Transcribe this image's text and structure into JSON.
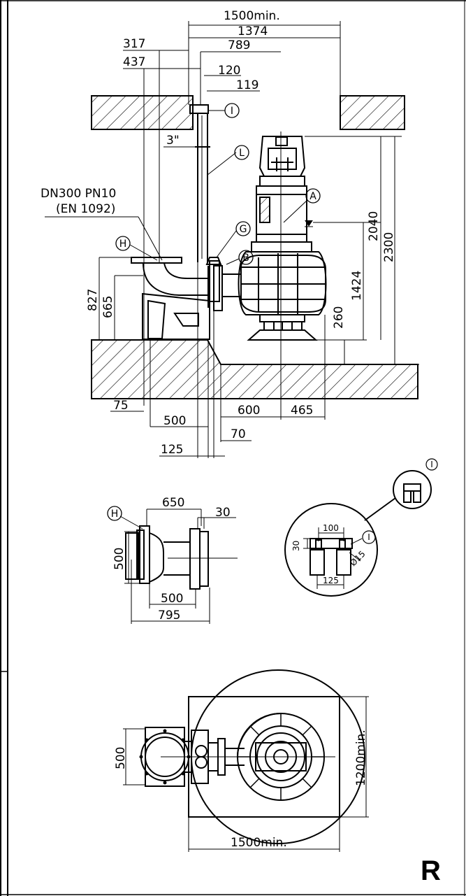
{
  "drawing": {
    "side_view": {
      "dims": {
        "d1500min": "1500min.",
        "d1374": "1374",
        "d789": "789",
        "d317": "317",
        "d437": "437",
        "d120": "120",
        "d119": "119",
        "d3in": "3\"",
        "d2040": "2040",
        "d2300": "2300",
        "d1424": "1424",
        "d260": "260",
        "d827": "827",
        "d665": "665",
        "d75": "75",
        "d500": "500",
        "d600": "600",
        "d465": "465",
        "d70": "70",
        "d125": "125"
      },
      "flange_line1": "DN300  PN10",
      "flange_line2": "(EN  1092)",
      "markers": {
        "I": "I",
        "L": "L",
        "A": "A",
        "G": "G",
        "B": "B",
        "H": "H"
      }
    },
    "base_view": {
      "d650": "650",
      "d30": "30",
      "d500v": "500",
      "d500h": "500",
      "d795": "795",
      "marker_H": "H"
    },
    "detail": {
      "d100": "100",
      "d30": "30",
      "d15": "Ø15",
      "d125": "125",
      "marker_I_small": "I",
      "marker_I": "I"
    },
    "top_view": {
      "d500": "500",
      "d1200min": "1200min.",
      "d1500min": "1500min."
    },
    "corner_letter": "R"
  }
}
